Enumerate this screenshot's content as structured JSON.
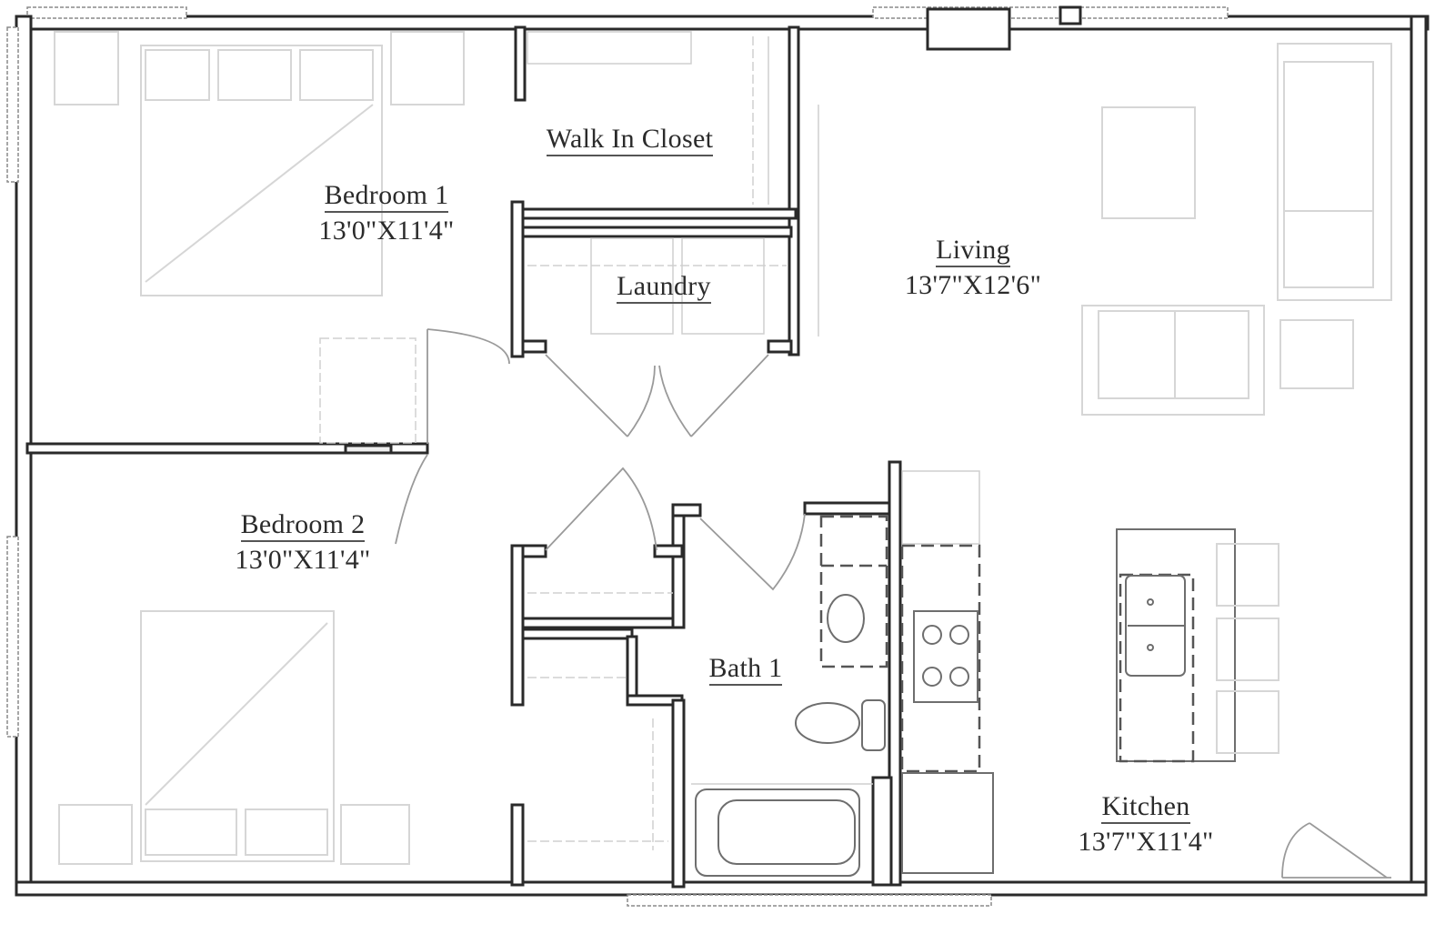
{
  "floorplan": {
    "rooms": [
      {
        "id": "bedroom1",
        "name": "Bedroom 1",
        "dimensions": "13'0\"X11'4\""
      },
      {
        "id": "walkin",
        "name": "Walk In Closet",
        "dimensions": ""
      },
      {
        "id": "laundry",
        "name": "Laundry",
        "dimensions": ""
      },
      {
        "id": "living",
        "name": "Living",
        "dimensions": "13'7\"X12'6\""
      },
      {
        "id": "bedroom2",
        "name": "Bedroom 2",
        "dimensions": "13'0\"X11'4\""
      },
      {
        "id": "bath1",
        "name": "Bath 1",
        "dimensions": ""
      },
      {
        "id": "kitchen",
        "name": "Kitchen",
        "dimensions": "13'7\"X11'4\""
      }
    ],
    "colors": {
      "wall": "#2a2a2a",
      "furniture": "#d6d6d6",
      "fixture": "#6e6e6e",
      "text": "#2b2b2b",
      "background": "#ffffff"
    }
  }
}
